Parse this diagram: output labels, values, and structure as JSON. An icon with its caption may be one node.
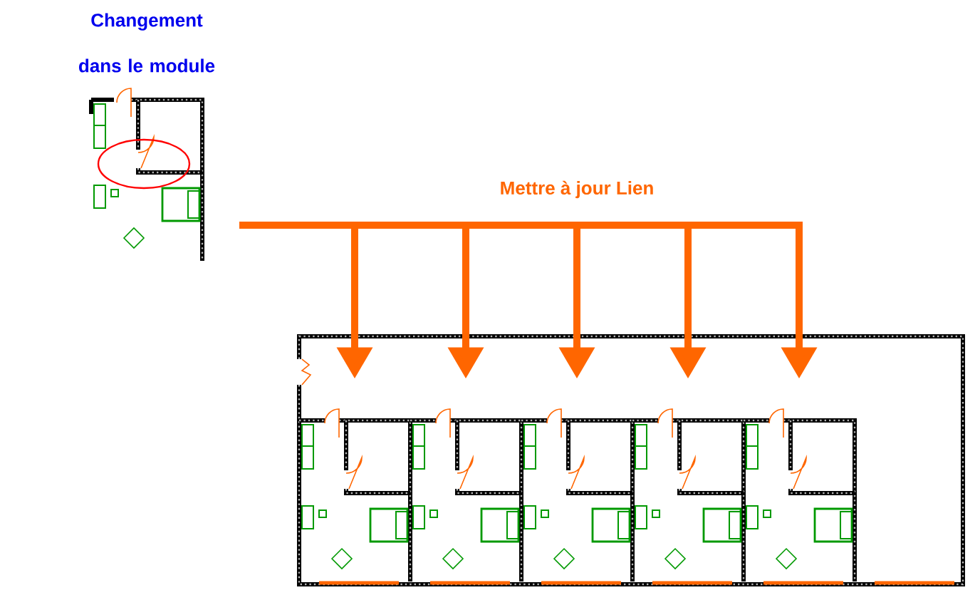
{
  "diagram": {
    "nodes": [
      {
        "text": [
          "Changement dans le module"
        ]
      },
      {
        "text": [],
        "shape": "picture"
      },
      {
        "text": [],
        "shape": "picture",
        "in": 1
      },
      {
        "text": [],
        "shape": "picture",
        "in": 1
      },
      {
        "text": [],
        "shape": "picture",
        "in": 1
      },
      {
        "text": [],
        "shape": "picture",
        "in": 1
      },
      {
        "text": [],
        "shape": "picture",
        "in": 1
      }
    ],
    "edges": [
      {
        "from": 0,
        "to": 2,
        "arrow": "to"
      },
      {
        "from": 0,
        "to": 3,
        "arrow": "to"
      },
      {
        "from": 0,
        "to": 4,
        "arrow": "to"
      },
      {
        "from": 0,
        "to": 5,
        "arrow": "to"
      },
      {
        "from": 0,
        "to": 6,
        "arrow": "to"
      }
    ],
    "labels": [
      "Mettre à jour Lien"
    ]
  }
}
